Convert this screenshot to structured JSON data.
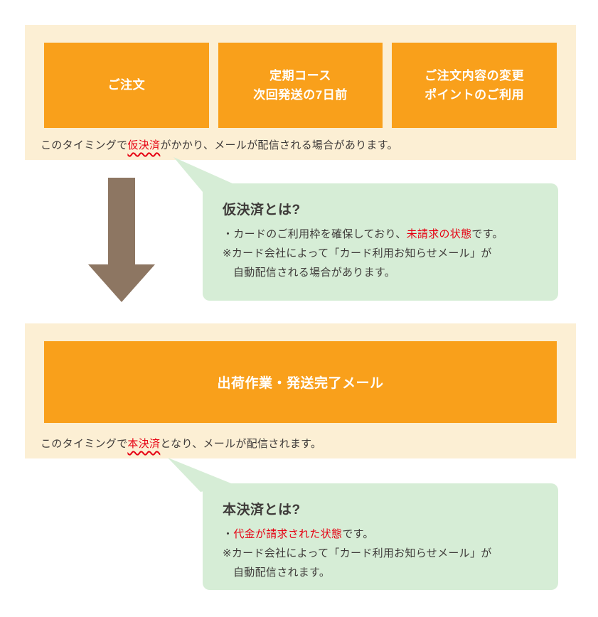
{
  "colors": {
    "panel_background": "#FCEFD4",
    "step_orange": "#F9A01B",
    "arrow_brown": "#8D7662",
    "callout_green": "#D6EDD6",
    "highlight_red": "#E60012",
    "text_dark": "#3E3A39"
  },
  "flow1": {
    "steps": [
      {
        "line1": "ご注文",
        "line2": ""
      },
      {
        "line1": "定期コース",
        "line2": "次回発送の7日前"
      },
      {
        "line1": "ご注文内容の変更",
        "line2": "ポイントのご利用"
      }
    ],
    "note": {
      "prefix": "このタイミングで",
      "highlight": "仮決済",
      "suffix": "がかかり、メールが配信される場合があります。"
    }
  },
  "callout1": {
    "title": "仮決済とは?",
    "bullet": {
      "prefix": "・カードのご利用枠を確保しており、",
      "highlight": "未請求の状態",
      "suffix": "です。"
    },
    "note_line1": "※カード会社によって「カード利用お知らせメール」が",
    "note_line2": "自動配信される場合があります。"
  },
  "flow2": {
    "step": "出荷作業・発送完了メール",
    "note": {
      "prefix": "このタイミングで",
      "highlight": "本決済",
      "suffix": "となり、メールが配信されます。"
    }
  },
  "callout2": {
    "title": "本決済とは?",
    "bullet": {
      "prefix": "・",
      "highlight": "代金が請求された状態",
      "suffix": "です。"
    },
    "note_line1": "※カード会社によって「カード利用お知らせメール」が",
    "note_line2": "自動配信されます。"
  }
}
